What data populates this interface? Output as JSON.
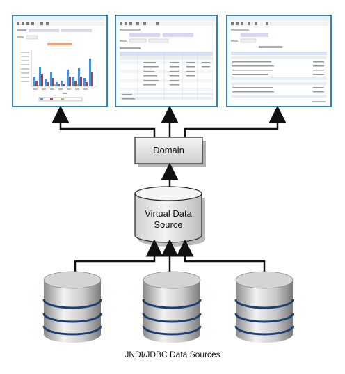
{
  "domain_box": {
    "label": "Domain"
  },
  "virtual_source": {
    "line1": "Virtual Data",
    "line2": "Source"
  },
  "caption": "JNDI/JDBC Data Sources",
  "colors": {
    "box_fill_top": "#f2f2f2",
    "box_fill_bottom": "#cfcfcf",
    "border": "#222222",
    "db_band": "#1f3f73",
    "screenshot_frame": "#2e86c1",
    "bar_blue": "#4a90d0",
    "bar_red": "#c0393b"
  },
  "screenshots": [
    {
      "name": "chart-report"
    },
    {
      "name": "pivot-report"
    },
    {
      "name": "list-report"
    }
  ]
}
